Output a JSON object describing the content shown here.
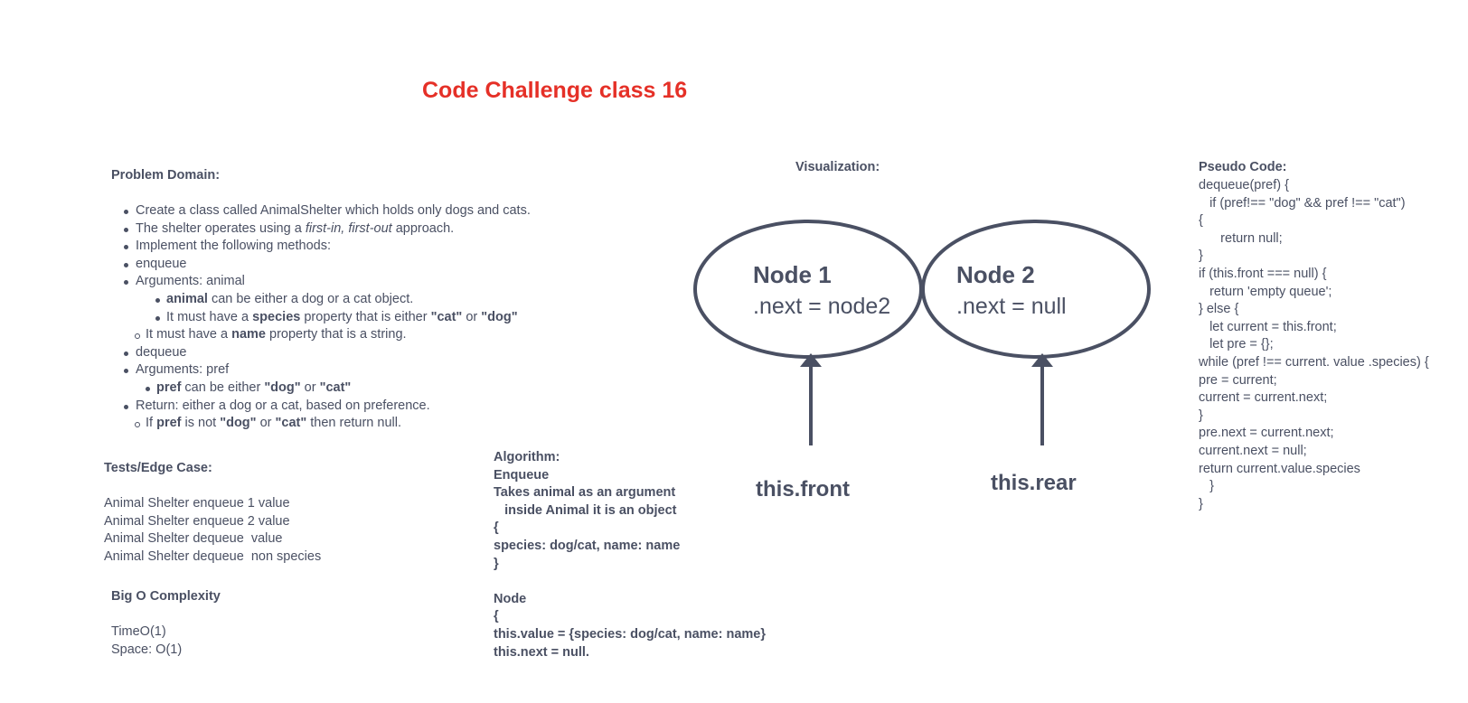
{
  "title": "Code Challenge class 16",
  "problem": {
    "heading": "Problem Domain:",
    "items": [
      {
        "level": "l1",
        "parts": [
          {
            "t": "Create a class called AnimalShelter which holds only dogs and cats."
          }
        ]
      },
      {
        "level": "l1",
        "parts": [
          {
            "t": "The shelter operates using a "
          },
          {
            "t": "first-in, first-out",
            "s": "it"
          },
          {
            "t": " approach."
          }
        ]
      },
      {
        "level": "l1",
        "parts": [
          {
            "t": "Implement the following methods:"
          }
        ]
      },
      {
        "level": "l1",
        "parts": [
          {
            "t": "enqueue"
          }
        ]
      },
      {
        "level": "l1",
        "parts": [
          {
            "t": "Arguments: animal"
          }
        ]
      },
      {
        "level": "l2",
        "parts": [
          {
            "t": "animal",
            "s": "bold"
          },
          {
            "t": " can be either a dog or a cat object."
          }
        ]
      },
      {
        "level": "l2",
        "parts": [
          {
            "t": "It must have a "
          },
          {
            "t": "species",
            "s": "bold"
          },
          {
            "t": " property that is either "
          },
          {
            "t": "\"cat\"",
            "s": "bold"
          },
          {
            "t": " or "
          },
          {
            "t": "\"dog\"",
            "s": "bold"
          }
        ]
      },
      {
        "level": "circle",
        "parts": [
          {
            "t": "It must have a "
          },
          {
            "t": "name",
            "s": "bold"
          },
          {
            "t": " property that is a string."
          }
        ]
      },
      {
        "level": "l1",
        "parts": [
          {
            "t": "dequeue"
          }
        ]
      },
      {
        "level": "l1",
        "parts": [
          {
            "t": "Arguments: pref"
          }
        ]
      },
      {
        "level": "l3",
        "parts": [
          {
            "t": "pref",
            "s": "bold"
          },
          {
            "t": " can be either "
          },
          {
            "t": "\"dog\"",
            "s": "bold"
          },
          {
            "t": " or "
          },
          {
            "t": "\"cat\"",
            "s": "bold"
          }
        ]
      },
      {
        "level": "l1",
        "parts": [
          {
            "t": "Return: either a dog or a cat, based on preference."
          }
        ]
      },
      {
        "level": "circle",
        "parts": [
          {
            "t": "If "
          },
          {
            "t": "pref",
            "s": "bold"
          },
          {
            "t": " is not "
          },
          {
            "t": "\"dog\"",
            "s": "bold"
          },
          {
            "t": " or "
          },
          {
            "t": "\"cat\"",
            "s": "bold"
          },
          {
            "t": " then return null."
          }
        ]
      }
    ]
  },
  "tests": {
    "heading": "Tests/Edge Case:",
    "lines": [
      "Animal Shelter enqueue 1 value",
      "Animal Shelter enqueue 2 value",
      "Animal Shelter dequeue  value",
      "Animal Shelter dequeue  non species"
    ]
  },
  "bigo": {
    "heading": "Big O Complexity",
    "lines": [
      "TimeO(1)",
      "Space: O(1)"
    ]
  },
  "algorithm": {
    "lines": [
      "Algorithm:",
      "Enqueue",
      "Takes animal as an argument",
      "   inside Animal it is an object",
      "{",
      "species: dog/cat, name: name",
      "}",
      "",
      "Node",
      "{",
      "this.value = {species: dog/cat, name: name}",
      "this.next = null."
    ]
  },
  "visualization": {
    "heading": "Visualization:",
    "node1_title": "Node 1",
    "node1_next": ".next = node2",
    "node2_title": "Node 2",
    "node2_next": ".next = null",
    "front_label": "this.front",
    "rear_label": "this.rear",
    "stroke_color": "#4a5063"
  },
  "pseudo": {
    "heading": "Pseudo Code:",
    "lines": [
      "dequeue(pref) {",
      "   if (pref!== \"dog\" && pref !== \"cat\")",
      "{",
      "      return null;",
      "}",
      "if (this.front === null) {",
      "   return 'empty queue';",
      "} else {",
      "   let current = this.front;",
      "   let pre = {};",
      "while (pref !== current. value .species) {",
      "pre = current;",
      "current = current.next;",
      "}",
      "pre.next = current.next;",
      "current.next = null;",
      "return current.value.species",
      "   }",
      "}"
    ]
  }
}
